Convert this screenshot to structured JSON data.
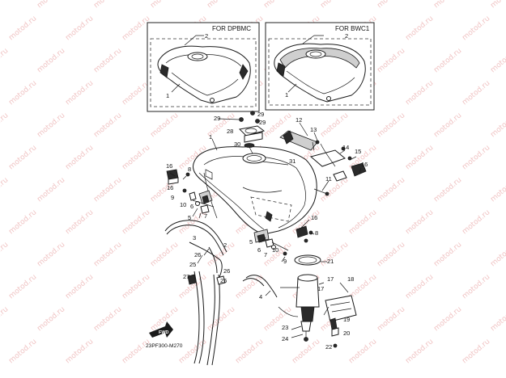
{
  "watermark": {
    "text": "motod.ru",
    "color": "#f0c3c3"
  },
  "inset_boxes": [
    {
      "label": "FOR DPBMC",
      "parts": [
        "2",
        "1"
      ]
    },
    {
      "label": "FOR BWC1",
      "parts": [
        "2",
        "1"
      ]
    }
  ],
  "part_numbers": [
    "1",
    "2",
    "3",
    "4",
    "5",
    "6",
    "7",
    "8",
    "9",
    "10",
    "11",
    "12",
    "13",
    "14",
    "15",
    "16",
    "17",
    "18",
    "19",
    "20",
    "21",
    "22",
    "23",
    "24",
    "25",
    "26",
    "27",
    "28",
    "29",
    "30",
    "31"
  ],
  "arrow_badge": "FWD",
  "diagram_code": "23PF300-M270"
}
